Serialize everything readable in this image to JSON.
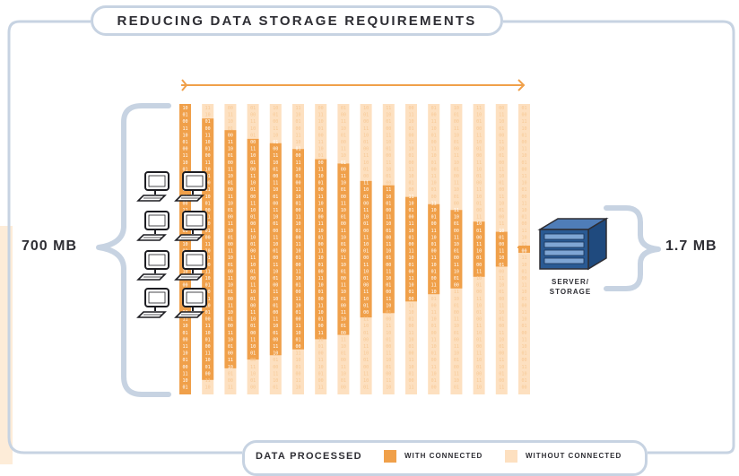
{
  "title": "REDUCING DATA STORAGE REQUIREMENTS",
  "left_label": "700 MB",
  "right_label": "1.7 MB",
  "server_label": [
    "SERVER/",
    "STORAGE"
  ],
  "legend": {
    "title": "DATA PROCESSED",
    "with": "WITH CONNECTED",
    "without": "WITHOUT CONNECTED"
  },
  "colors": {
    "with": "#f0a04a",
    "without": "#fde0c0",
    "frame": "#c7d3e2",
    "arrow": "#f0a04a",
    "server_blue": "#2a5a93",
    "text": "#2e2e34"
  },
  "icons": {
    "computer": "desktop-computer-icon",
    "server": "server-icon"
  },
  "bars": {
    "full_fraction": 1.0,
    "with_fractions": [
      1.0,
      0.9,
      0.82,
      0.76,
      0.73,
      0.69,
      0.62,
      0.59,
      0.47,
      0.44,
      0.36,
      0.31,
      0.27,
      0.19,
      0.12,
      0.02
    ]
  },
  "bit_pairs": [
    "10",
    "01",
    "00",
    "11"
  ]
}
